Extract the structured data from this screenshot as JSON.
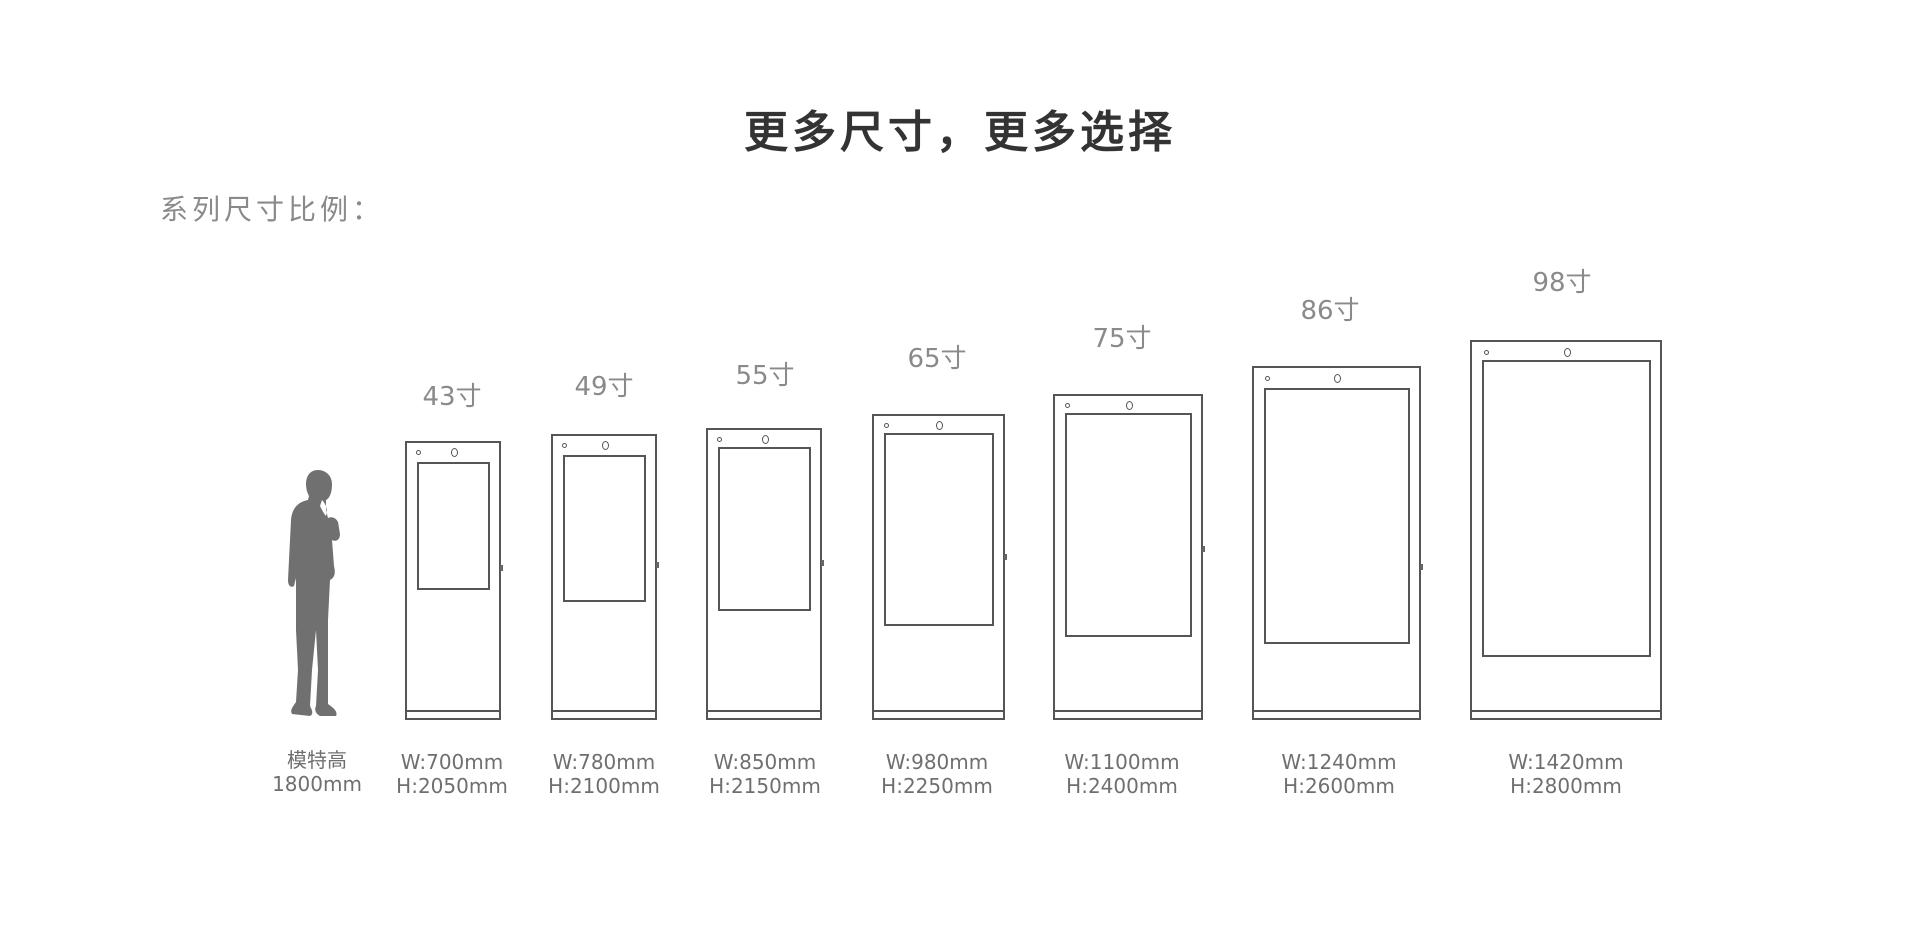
{
  "title": "更多尺寸，更多选择",
  "subtitle": "系列尺寸比例：",
  "model": {
    "label_line1": "模特高",
    "label_line2": "1800mm",
    "color": "#707070"
  },
  "kiosks": [
    {
      "size": "43寸",
      "width": "W:700mm",
      "height": "H:2050mm"
    },
    {
      "size": "49寸",
      "width": "W:780mm",
      "height": "H:2100mm"
    },
    {
      "size": "55寸",
      "width": "W:850mm",
      "height": "H:2150mm"
    },
    {
      "size": "65寸",
      "width": "W:980mm",
      "height": "H:2250mm"
    },
    {
      "size": "75寸",
      "width": "W:1100mm",
      "height": "H:2400mm"
    },
    {
      "size": "86寸",
      "width": "W:1240mm",
      "height": "H:2600mm"
    },
    {
      "size": "98寸",
      "width": "W:1420mm",
      "height": "H:2800mm"
    }
  ],
  "colors": {
    "outline": "#555555",
    "label": "#8a8a8a",
    "title": "#333333"
  }
}
